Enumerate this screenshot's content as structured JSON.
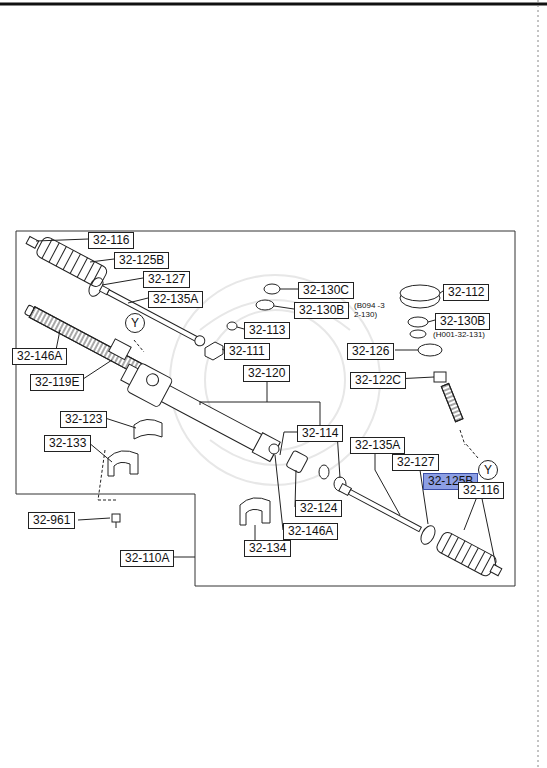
{
  "diagram": {
    "nodes": [
      {
        "text": [
          "32-116"
        ]
      },
      {
        "text": [
          "32-125B"
        ]
      },
      {
        "text": [
          "32-127"
        ]
      },
      {
        "text": [
          "32-135A"
        ]
      },
      {
        "text": [
          "32-130C"
        ]
      },
      {
        "text": [
          "32-130B"
        ]
      },
      {
        "text": [
          "32-112"
        ]
      },
      {
        "text": [
          "32-130B"
        ]
      },
      {
        "text": [
          "32-113"
        ]
      },
      {
        "text": [
          "Y"
        ]
      },
      {
        "text": [
          "32-111"
        ]
      },
      {
        "text": [
          "32-126"
        ]
      },
      {
        "text": [
          "32-146A"
        ]
      },
      {
        "text": [
          "32-120"
        ]
      },
      {
        "text": [
          "32-119E"
        ]
      },
      {
        "text": [
          "32-122C"
        ]
      },
      {
        "text": [
          "32-123"
        ]
      },
      {
        "text": [
          "32-114"
        ]
      },
      {
        "text": [
          "32-133"
        ]
      },
      {
        "text": [
          "32-135A"
        ]
      },
      {
        "text": [
          "32-127"
        ]
      },
      {
        "text": [
          "Y"
        ]
      },
      {
        "text": [
          "32-125B"
        ]
      },
      {
        "text": [
          "32-116"
        ]
      },
      {
        "text": [
          "32-961"
        ]
      },
      {
        "text": [
          "32-124"
        ]
      },
      {
        "text": [
          "32-146A"
        ]
      },
      {
        "text": [
          "32-134"
        ]
      },
      {
        "text": [
          "32-110A"
        ]
      }
    ],
    "labels": [
      "(B094 -32-130)",
      "(H001-32-131)"
    ]
  }
}
